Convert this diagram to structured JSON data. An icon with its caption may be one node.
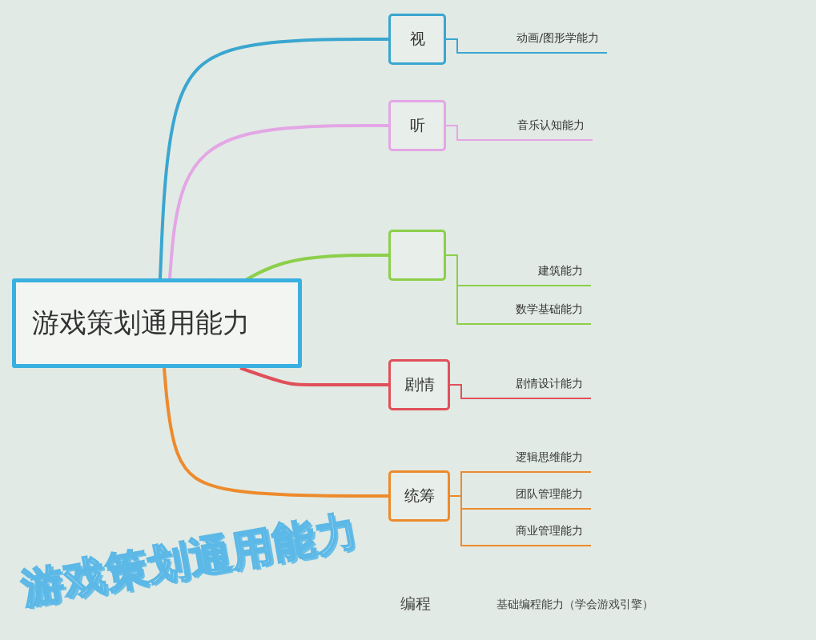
{
  "diagram": {
    "title": "游戏策划通用能力",
    "nodes": [
      {
        "text": [
          "游戏策划通用能力"
        ]
      },
      {
        "text": [
          "视"
        ]
      },
      {
        "text": [
          "动画/图形学能力"
        ]
      },
      {
        "text": [
          "听"
        ]
      },
      {
        "text": [
          "音乐认知能力"
        ]
      },
      {
        "text": [],
        "shape": "box"
      },
      {
        "text": [
          "建筑能力"
        ]
      },
      {
        "text": [
          "数学基础能力"
        ]
      },
      {
        "text": [
          "剧情"
        ]
      },
      {
        "text": [
          "剧情设计能力"
        ]
      },
      {
        "text": [
          "统筹"
        ]
      },
      {
        "text": [
          "逻辑思维能力"
        ]
      },
      {
        "text": [
          "团队管理能力"
        ]
      },
      {
        "text": [
          "商业管理能力"
        ]
      }
    ],
    "edges": [
      {
        "from": 0,
        "to": 1,
        "arrow": "none",
        "style": "thick",
        "color": "#3aa6d0"
      },
      {
        "from": 1,
        "to": 2,
        "arrow": "none",
        "color": "#3aa6d0"
      },
      {
        "from": 0,
        "to": 3,
        "arrow": "none",
        "style": "thick",
        "color": "#e3a6e6"
      },
      {
        "from": 3,
        "to": 4,
        "arrow": "none",
        "color": "#e3a6e6"
      },
      {
        "from": 0,
        "to": 5,
        "arrow": "none",
        "style": "thick",
        "color": "#8ccf4a"
      },
      {
        "from": 5,
        "to": 6,
        "arrow": "none",
        "color": "#8ccf4a"
      },
      {
        "from": 5,
        "to": 7,
        "arrow": "none",
        "color": "#8ccf4a"
      },
      {
        "from": 0,
        "to": 8,
        "arrow": "none",
        "style": "thick",
        "color": "#e0505a"
      },
      {
        "from": 8,
        "to": 9,
        "arrow": "none",
        "color": "#e0505a"
      },
      {
        "from": 0,
        "to": 10,
        "arrow": "none",
        "style": "thick",
        "color": "#ee8a2c"
      },
      {
        "from": 10,
        "to": 11,
        "arrow": "none",
        "color": "#ee8a2c"
      },
      {
        "from": 10,
        "to": 12,
        "arrow": "none",
        "color": "#ee8a2c"
      },
      {
        "from": 10,
        "to": 13,
        "arrow": "none",
        "color": "#ee8a2c"
      }
    ],
    "labels": [
      "编程",
      "基础编程能力（学会游戏引擎）"
    ]
  }
}
